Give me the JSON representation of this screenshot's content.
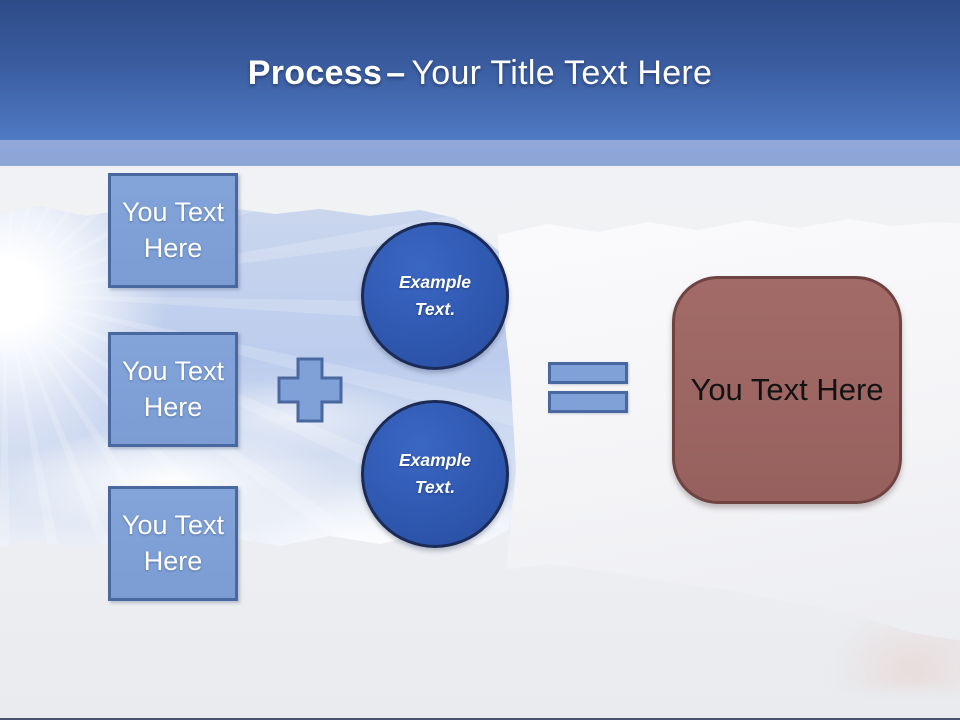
{
  "header": {
    "title_emphasis": "Process",
    "title_separator": "–",
    "title_rest": "Your Title Text Here"
  },
  "diagram": {
    "input_boxes": [
      {
        "label": "You Text\nHere"
      },
      {
        "label": "You Text\nHere"
      },
      {
        "label": "You Text\nHere"
      }
    ],
    "operators": {
      "plus_icon": "plus-sign",
      "equals_icon": "equals-sign"
    },
    "example_circles": [
      {
        "label": "Example\nText."
      },
      {
        "label": "Example\nText."
      }
    ],
    "result_box": {
      "label": "You Text Here"
    }
  },
  "colors": {
    "header_gradient_top": "#2d4b87",
    "header_gradient_bottom": "#4f7ac4",
    "sub_band": "#8ca4d6",
    "box_fill": "#7fa1d7",
    "box_border": "#48689f",
    "circle_fill": "#2e57ae",
    "circle_border": "#1b2b56",
    "result_fill": "#9b6461",
    "result_border": "#6e4341",
    "title_text": "#ffffff",
    "result_text": "#131313",
    "sky": "#bccced"
  }
}
